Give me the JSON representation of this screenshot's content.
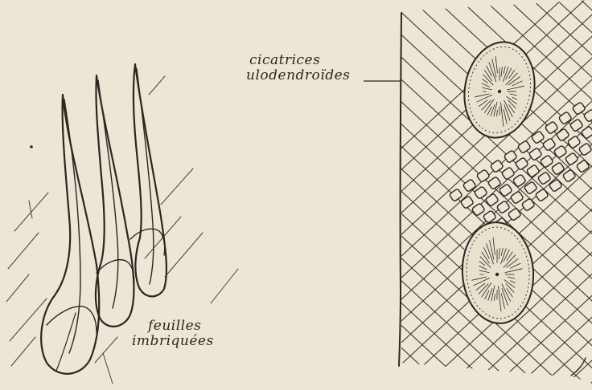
{
  "annotations": {
    "scars": {
      "line1": "cicatrices",
      "line2": "ulodendroïdes"
    },
    "leaves": {
      "line1": "feuilles",
      "line2": "imbriquées"
    }
  },
  "colors": {
    "paper": "#ebe6d5",
    "ink": "#2b2620"
  }
}
